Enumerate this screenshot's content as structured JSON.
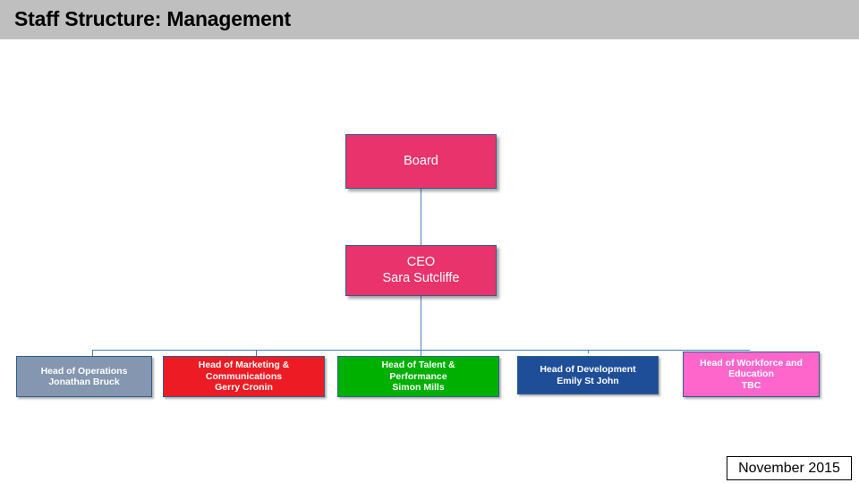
{
  "header": {
    "title": "Staff Structure: Management",
    "bar_color": "#bfbfbf"
  },
  "chart": {
    "connector_color": "#4a7ebb",
    "nodes": {
      "board": {
        "lines": [
          "Board"
        ],
        "fill": "#e8336d"
      },
      "ceo": {
        "lines": [
          "CEO",
          "Sara Sutcliffe"
        ],
        "fill": "#e8336d"
      },
      "operations": {
        "lines": [
          "Head of Operations",
          "Jonathan Bruck"
        ],
        "fill": "#8496b0"
      },
      "marketing": {
        "lines": [
          "Head of Marketing &",
          "Communications",
          "Gerry Cronin"
        ],
        "fill": "#ed1c24"
      },
      "talent": {
        "lines": [
          "Head of Talent &",
          "Performance",
          "Simon Mills"
        ],
        "fill": "#00b000"
      },
      "development": {
        "lines": [
          "Head of Development",
          "Emily St John"
        ],
        "fill": "#1f4e99"
      },
      "workforce": {
        "lines": [
          "Head of Workforce and",
          "Education",
          "TBC"
        ],
        "fill": "#ff66cc"
      }
    }
  },
  "footer": {
    "date": "November 2015"
  }
}
